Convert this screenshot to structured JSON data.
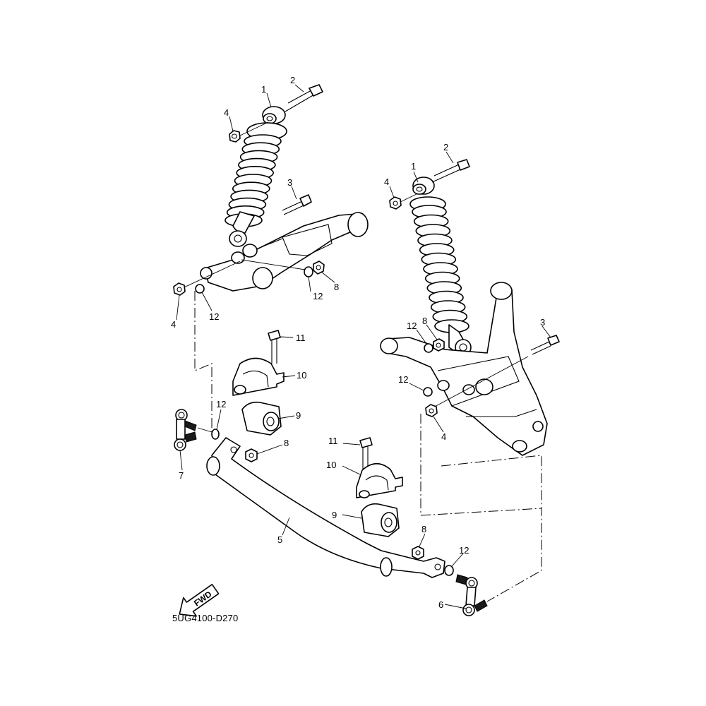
{
  "diagram": {
    "code": "5UG4100-D270",
    "fwd_label": "FWD",
    "callouts": {
      "l_shock": "1",
      "l_bolt_top": "2",
      "l_bolt_arm": "3",
      "l_nut_top": "4",
      "l_nut_arm": "4",
      "l_washer_arm": "12",
      "l_washer_r": "12",
      "l_nut_r": "8",
      "l_bolt_bracket": "11",
      "l_bracket": "10",
      "l_bushing": "9",
      "l_washer_link": "12",
      "l_nut_bar": "8",
      "l_link": "7",
      "stabilizer": "5",
      "r_shock": "1",
      "r_bolt_top": "2",
      "r_nut_top": "4",
      "r_washer_top": "12",
      "r_nut_upper": "8",
      "r_bolt_arm": "3",
      "r_washer_arm": "12",
      "r_nut_arm": "4",
      "r_bolt_bracket": "11",
      "r_bracket": "10",
      "r_bushing": "9",
      "r_nut_bar": "8",
      "r_washer_bar": "12",
      "r_link": "6"
    }
  }
}
